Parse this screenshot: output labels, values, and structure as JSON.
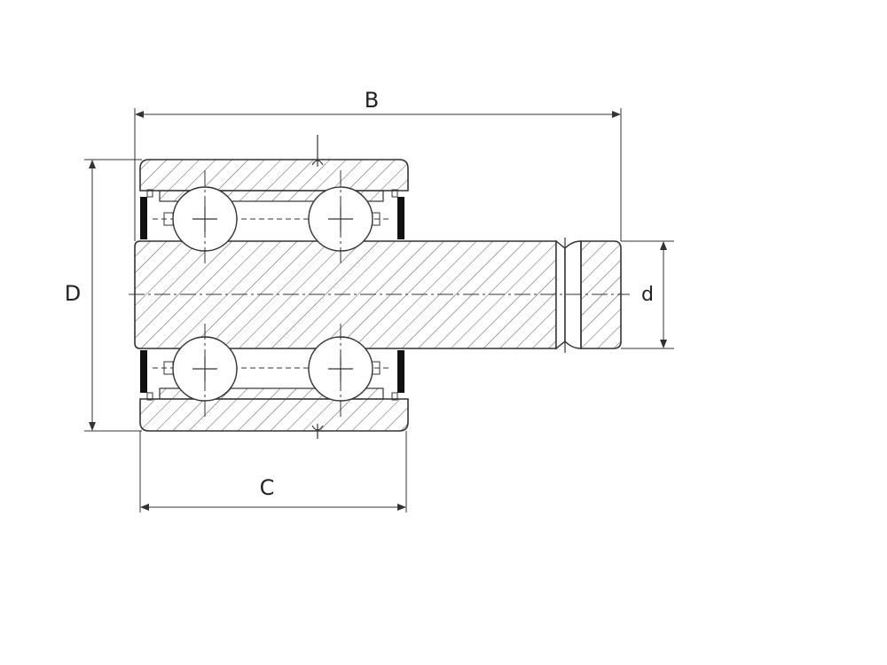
{
  "diagram": {
    "dimensions": {
      "overall_length": "B",
      "outer_diameter": "D",
      "stud_diameter": "d",
      "roller_width": "C"
    },
    "colors": {
      "line": "#333333",
      "hatch": "#555555",
      "seal": "#111111",
      "background": "#ffffff"
    }
  }
}
